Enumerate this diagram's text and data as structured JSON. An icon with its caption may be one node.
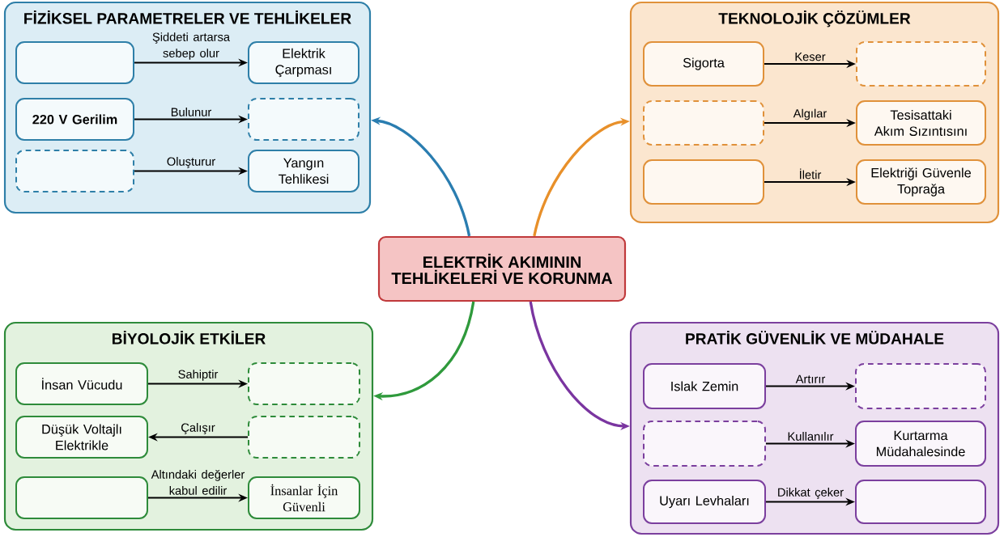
{
  "diagram": {
    "nodes": [
      {
        "text": [
          "ELEKTRİK AKIMININ TEHLİKELERİ VE KORUNMA"
        ]
      },
      {
        "text": [
          "FİZİKSEL PARAMETRELER VE TEHLİKELER"
        ]
      },
      {
        "text": [],
        "shape": "box",
        "in": 1
      },
      {
        "text": [
          "Elektrik Çarpması"
        ],
        "in": 1
      },
      {
        "text": [
          "220 V Gerilim"
        ],
        "in": 1
      },
      {
        "text": [],
        "shape": "box",
        "in": 1
      },
      {
        "text": [],
        "shape": "box",
        "in": 1
      },
      {
        "text": [
          "Yangın Tehlikesi"
        ],
        "in": 1
      },
      {
        "text": [
          "TEKNOLOJİK ÇÖZÜMLER"
        ]
      },
      {
        "text": [
          "Sigorta"
        ],
        "in": 8
      },
      {
        "text": [],
        "shape": "box",
        "in": 8
      },
      {
        "text": [],
        "shape": "box",
        "in": 8
      },
      {
        "text": [
          "Tesisattaki Akım Sızıntısını"
        ],
        "in": 8
      },
      {
        "text": [],
        "shape": "box",
        "in": 8
      },
      {
        "text": [
          "Elektriği Güvenle Toprağa"
        ],
        "in": 8
      },
      {
        "text": [
          "BİYOLOJİK ETKİLER"
        ]
      },
      {
        "text": [
          "İnsan Vücudu"
        ],
        "in": 15
      },
      {
        "text": [],
        "shape": "box",
        "in": 15
      },
      {
        "text": [
          "Düşük Voltajlı Elektrikle"
        ],
        "in": 15
      },
      {
        "text": [],
        "shape": "box",
        "in": 15
      },
      {
        "text": [],
        "shape": "box",
        "in": 15
      },
      {
        "text": [
          "İnsanlar İçin Güvenli"
        ],
        "in": 15
      },
      {
        "text": [
          "PRATİK GÜVENLİK VE MÜDAHALE"
        ]
      },
      {
        "text": [
          "Islak Zemin"
        ],
        "in": 22
      },
      {
        "text": [],
        "shape": "box",
        "in": 22
      },
      {
        "text": [],
        "shape": "box",
        "in": 22
      },
      {
        "text": [
          "Kurtarma Müdahalesinde"
        ],
        "in": 22
      },
      {
        "text": [
          "Uyarı Levhaları"
        ],
        "in": 22
      },
      {
        "text": [],
        "shape": "box",
        "in": 22
      }
    ],
    "edges": [
      {
        "from": 0,
        "to": 1,
        "arrow": "to",
        "color": "#2a7db0"
      },
      {
        "from": 0,
        "to": 8,
        "arrow": "to",
        "color": "#e8902a"
      },
      {
        "from": 0,
        "to": 15,
        "arrow": "to",
        "color": "#2f9a3c"
      },
      {
        "from": 0,
        "to": 22,
        "arrow": "to",
        "color": "#7a35a0"
      },
      {
        "from": 2,
        "to": 3,
        "arrow": "to",
        "label": "Şiddeti artarsa sebep olur"
      },
      {
        "from": 4,
        "to": 5,
        "arrow": "to",
        "label": "Bulunur"
      },
      {
        "from": 6,
        "to": 7,
        "arrow": "to",
        "label": "Oluşturur"
      },
      {
        "from": 9,
        "to": 10,
        "arrow": "to",
        "label": "Keser"
      },
      {
        "from": 11,
        "to": 12,
        "arrow": "to",
        "label": "Algılar"
      },
      {
        "from": 13,
        "to": 14,
        "arrow": "to",
        "label": "İletir"
      },
      {
        "from": 16,
        "to": 17,
        "arrow": "to",
        "label": "Sahiptir"
      },
      {
        "from": 19,
        "to": 18,
        "arrow": "to",
        "label": "Çalışır"
      },
      {
        "from": 20,
        "to": 21,
        "arrow": "to",
        "label": "Altındaki değerler kabul edilir"
      },
      {
        "from": 23,
        "to": 24,
        "arrow": "to",
        "label": "Artırır"
      },
      {
        "from": 25,
        "to": 26,
        "arrow": "to",
        "label": "Kullanılır"
      },
      {
        "from": 27,
        "to": 28,
        "arrow": "to",
        "label": "Dikkat çeker"
      }
    ]
  }
}
